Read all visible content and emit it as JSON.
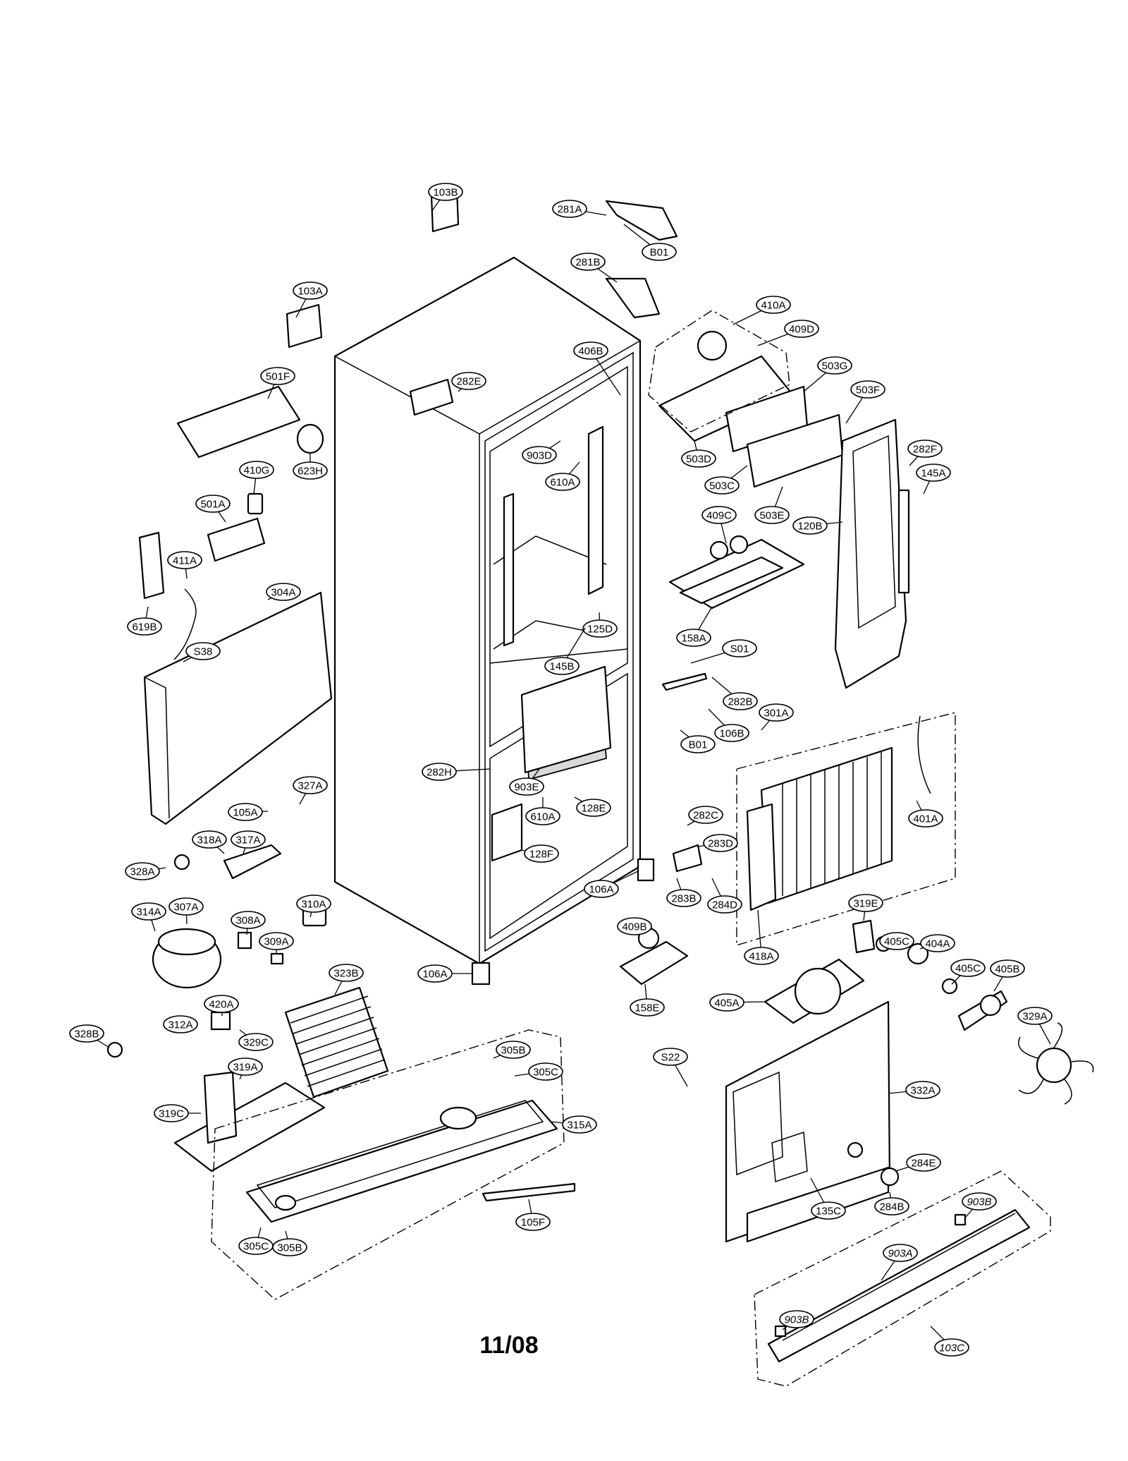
{
  "page_footer": "11/08",
  "parts": [
    {
      "id": "103B"
    },
    {
      "id": "281A"
    },
    {
      "id": "B01"
    },
    {
      "id": "281B"
    },
    {
      "id": "103A"
    },
    {
      "id": "410A"
    },
    {
      "id": "409D"
    },
    {
      "id": "406B"
    },
    {
      "id": "503G"
    },
    {
      "id": "282E"
    },
    {
      "id": "501F"
    },
    {
      "id": "503F"
    },
    {
      "id": "903D"
    },
    {
      "id": "503D"
    },
    {
      "id": "282F"
    },
    {
      "id": "410G"
    },
    {
      "id": "623H"
    },
    {
      "id": "610A"
    },
    {
      "id": "503C"
    },
    {
      "id": "145A"
    },
    {
      "id": "501A"
    },
    {
      "id": "503E"
    },
    {
      "id": "409C"
    },
    {
      "id": "120B"
    },
    {
      "id": "411A"
    },
    {
      "id": "304A"
    },
    {
      "id": "619B"
    },
    {
      "id": "125D"
    },
    {
      "id": "158A"
    },
    {
      "id": "S38"
    },
    {
      "id": "145B"
    },
    {
      "id": "S01"
    },
    {
      "id": "282B"
    },
    {
      "id": "301A"
    },
    {
      "id": "106B"
    },
    {
      "id": "B01"
    },
    {
      "id": "282H"
    },
    {
      "id": "903E"
    },
    {
      "id": "327A"
    },
    {
      "id": "105A"
    },
    {
      "id": "610A"
    },
    {
      "id": "128E"
    },
    {
      "id": "401A"
    },
    {
      "id": "282C"
    },
    {
      "id": "318A"
    },
    {
      "id": "317A"
    },
    {
      "id": "283D"
    },
    {
      "id": "128F"
    },
    {
      "id": "328A"
    },
    {
      "id": "106A"
    },
    {
      "id": "283B"
    },
    {
      "id": "284D"
    },
    {
      "id": "310A"
    },
    {
      "id": "314A"
    },
    {
      "id": "307A"
    },
    {
      "id": "319E"
    },
    {
      "id": "308A"
    },
    {
      "id": "409B"
    },
    {
      "id": "405C"
    },
    {
      "id": "404A"
    },
    {
      "id": "309A"
    },
    {
      "id": "418A"
    },
    {
      "id": "323B"
    },
    {
      "id": "106A"
    },
    {
      "id": "405C"
    },
    {
      "id": "405B"
    },
    {
      "id": "420A"
    },
    {
      "id": "405A"
    },
    {
      "id": "158E"
    },
    {
      "id": "312A"
    },
    {
      "id": "329A"
    },
    {
      "id": "328B"
    },
    {
      "id": "329C"
    },
    {
      "id": "305B"
    },
    {
      "id": "S22"
    },
    {
      "id": "319A"
    },
    {
      "id": "305C"
    },
    {
      "id": "332A"
    },
    {
      "id": "319C"
    },
    {
      "id": "315A"
    },
    {
      "id": "284E"
    },
    {
      "id": "903B"
    },
    {
      "id": "105F"
    },
    {
      "id": "135C"
    },
    {
      "id": "284B"
    },
    {
      "id": "903A"
    },
    {
      "id": "305C"
    },
    {
      "id": "305B"
    },
    {
      "id": "903B"
    },
    {
      "id": "103C"
    }
  ]
}
